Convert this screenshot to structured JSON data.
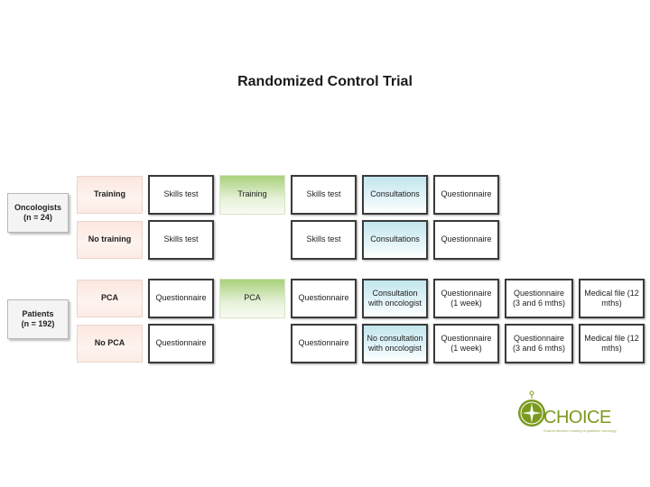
{
  "title": "Randomized Control Trial",
  "groups": {
    "oncologists": {
      "label": "Oncologists",
      "count": "(n = 24)"
    },
    "patients": {
      "label": "Patients",
      "count": "(n = 192)"
    }
  },
  "rows": {
    "training": {
      "arm": "Training",
      "cells": [
        "Skills test",
        "Training",
        "Skills test",
        "Consultations",
        "Questionnaire"
      ]
    },
    "no_training": {
      "arm": "No training",
      "cells": [
        "Skills test",
        "Skills test",
        "Consultations",
        "Questionnaire"
      ]
    },
    "pca": {
      "arm": "PCA",
      "cells": [
        "Questionnaire",
        "PCA",
        "Questionnaire",
        "Consultation with oncologist",
        "Questionnaire (1 week)",
        "Questionnaire (3 and 6 mths)",
        "Medical file (12 mths)"
      ]
    },
    "no_pca": {
      "arm": "No PCA",
      "cells": [
        "Questionnaire",
        "Questionnaire",
        "No consultation with oncologist",
        "Questionnaire (1 week)",
        "Questionnaire (3 and 6 mths)",
        "Medical file (12 mths)"
      ]
    }
  },
  "logo": {
    "name": "CHOICE",
    "tagline": "Shared decision making in palliative oncology"
  }
}
